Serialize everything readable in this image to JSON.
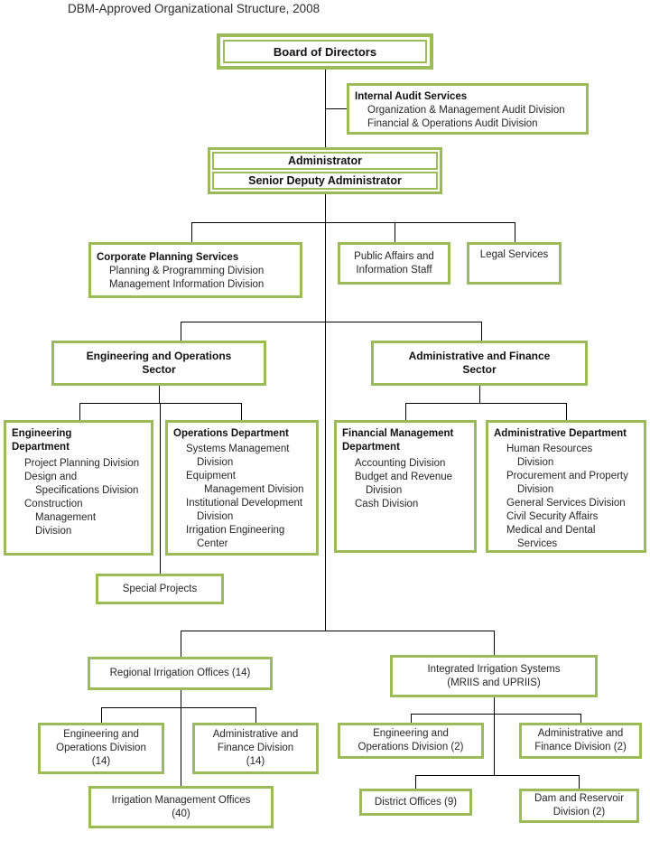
{
  "title": "DBM-Approved Organizational Structure, 2008",
  "colors": {
    "accent": "#9BBB59",
    "connector": "#000000",
    "text": "#262626"
  },
  "nodes": {
    "board": {
      "label": "Board of Directors"
    },
    "internal_audit": {
      "title": "Internal Audit Services",
      "lines": [
        "Organization & Management Audit Division",
        "Financial & Operations Audit Division"
      ]
    },
    "administrator": {
      "label": "Administrator"
    },
    "senior_deputy": {
      "label": "Senior Deputy Administrator"
    },
    "corp_planning": {
      "title": "Corporate Planning Services",
      "lines": [
        "Planning & Programming Division",
        "Management Information Division"
      ]
    },
    "public_affairs": {
      "lines": [
        "Public Affairs and",
        "Information Staff"
      ]
    },
    "legal": {
      "label": "Legal Services"
    },
    "eng_sector": {
      "lines": [
        "Engineering and Operations",
        "Sector"
      ]
    },
    "admin_sector": {
      "lines": [
        "Administrative and Finance",
        "Sector"
      ]
    },
    "eng_dept": {
      "title_lines": [
        "Engineering",
        "Department"
      ],
      "lines": [
        "Project Planning Division",
        "Design and",
        "Specifications Division",
        "Construction",
        "Management",
        "Division"
      ]
    },
    "ops_dept": {
      "title_lines": [
        "Operations Department"
      ],
      "lines": [
        "Systems Management",
        "Division",
        "Equipment",
        "Management Division",
        "Institutional Development",
        "Division",
        "Irrigation Engineering",
        "Center"
      ]
    },
    "fin_dept": {
      "title_lines": [
        "Financial Management",
        "Department"
      ],
      "lines": [
        "Accounting Division",
        "Budget and Revenue",
        "Division",
        "Cash Division"
      ]
    },
    "admin_dept": {
      "title_lines": [
        "Administrative Department"
      ],
      "lines": [
        "Human Resources",
        "Division",
        "Procurement and Property",
        "Division",
        "General Services Division",
        "Civil Security Affairs",
        "Medical and Dental",
        "Services"
      ]
    },
    "special_projects": {
      "label": "Special Projects"
    },
    "regional": {
      "label": "Regional Irrigation Offices (14)"
    },
    "integrated": {
      "lines": [
        "Integrated Irrigation Systems",
        "(MRIIS and UPRIIS)"
      ]
    },
    "eng_ops_div14": {
      "lines": [
        "Engineering and",
        "Operations Division",
        "(14)"
      ]
    },
    "admin_fin_div14": {
      "lines": [
        "Administrative and",
        "Finance Division",
        "(14)"
      ]
    },
    "irrigation_mgmt": {
      "lines": [
        "Irrigation Management Offices",
        "(40)"
      ]
    },
    "eng_ops_div2": {
      "lines": [
        "Engineering and",
        "Operations Division (2)"
      ]
    },
    "admin_fin_div2": {
      "lines": [
        "Administrative and",
        "Finance Division (2)"
      ]
    },
    "district": {
      "label": "District Offices (9)"
    },
    "dam": {
      "lines": [
        "Dam and Reservoir",
        "Division (2)"
      ]
    }
  }
}
